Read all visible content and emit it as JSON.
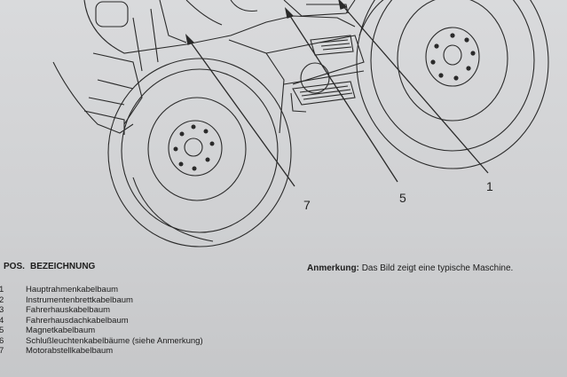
{
  "callouts": {
    "c1": "1",
    "c5": "5",
    "c7": "7"
  },
  "header": {
    "pos": "POS.",
    "bezeichnung": "BEZEICHNUNG"
  },
  "note": {
    "label": "Anmerkung:",
    "text": "Das Bild zeigt eine typische Maschine."
  },
  "items": [
    {
      "num": "1",
      "label": "Hauptrahmenkabelbaum"
    },
    {
      "num": "2",
      "label": "Instrumentenbrettkabelbaum"
    },
    {
      "num": "3",
      "label": "Fahrerhauskabelbaum"
    },
    {
      "num": "4",
      "label": "Fahrerhausdachkabelbaum"
    },
    {
      "num": "5",
      "label": "Magnetkabelbaum"
    },
    {
      "num": "6",
      "label": "Schlußleuchtenkabelbäume (siehe Anmerkung)"
    },
    {
      "num": "7",
      "label": "Motorabstellkabelbaum"
    }
  ]
}
